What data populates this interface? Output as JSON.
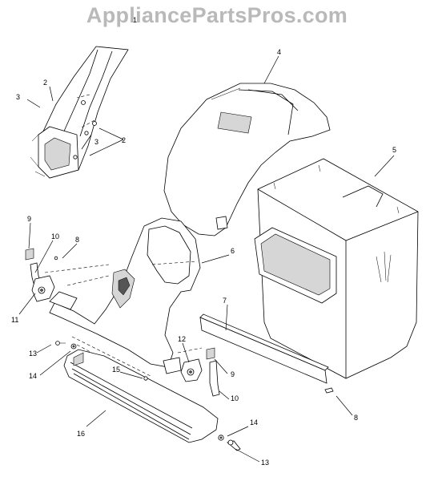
{
  "watermark": "AppliancePartsPros.com",
  "labels": {
    "l1": "1",
    "l2a": "2",
    "l2b": "2",
    "l3a": "3",
    "l3b": "3",
    "l4": "4",
    "l5": "5",
    "l6": "6",
    "l7": "7",
    "l8a": "8",
    "l8b": "8",
    "l9a": "9",
    "l9b": "9",
    "l10a": "10",
    "l10b": "10",
    "l11": "11",
    "l12": "12",
    "l13a": "13",
    "l13b": "13",
    "l14a": "14",
    "l14b": "14",
    "l15": "15",
    "l16": "16"
  }
}
